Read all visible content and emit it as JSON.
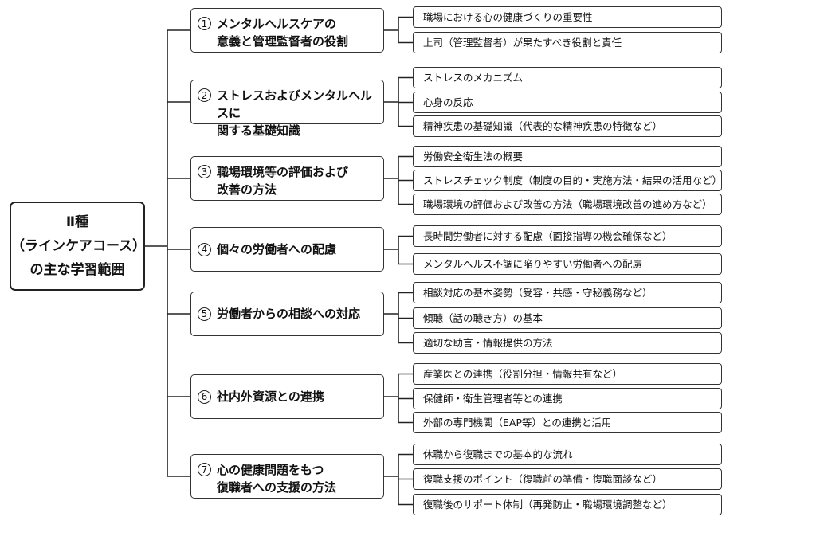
{
  "root": {
    "line1": "Ⅱ種",
    "line2": "（ラインケアコース）",
    "line3": "の主な学習範囲"
  },
  "topics": [
    {
      "num": "1",
      "line1": "メンタルヘルスケアの",
      "line2": "意義と管理監督者の役割",
      "items": [
        "職場における心の健康づくりの重要性",
        "上司（管理監督者）が果たすべき役割と責任"
      ]
    },
    {
      "num": "2",
      "line1": "ストレスおよびメンタルヘルスに",
      "line2": "関する基礎知識",
      "items": [
        "ストレスのメカニズム",
        "心身の反応",
        "精神疾患の基礎知識（代表的な精神疾患の特徴など）"
      ]
    },
    {
      "num": "3",
      "line1": "職場環境等の評価および",
      "line2": "改善の方法",
      "items": [
        "労働安全衛生法の概要",
        "ストレスチェック制度（制度の目的・実施方法・結果の活用など）",
        "職場環境の評価および改善の方法（職場環境改善の進め方など）"
      ]
    },
    {
      "num": "4",
      "line1": "個々の労働者への配慮",
      "line2": "",
      "items": [
        "長時間労働者に対する配慮（面接指導の機会確保など）",
        "メンタルヘルス不調に陥りやすい労働者への配慮"
      ]
    },
    {
      "num": "5",
      "line1": "労働者からの相談への対応",
      "line2": "",
      "items": [
        "相談対応の基本姿勢（受容・共感・守秘義務など）",
        "傾聴（話の聴き方）の基本",
        "適切な助言・情報提供の方法"
      ]
    },
    {
      "num": "6",
      "line1": "社内外資源との連携",
      "line2": "",
      "items": [
        "産業医との連携（役割分担・情報共有など）",
        "保健師・衛生管理者等との連携",
        "外部の専門機関（EAP等）との連携と活用"
      ]
    },
    {
      "num": "7",
      "line1": "心の健康問題をもつ",
      "line2": "復職者への支援の方法",
      "items": [
        "休職から復職までの基本的な流れ",
        "復職支援のポイント（復職前の準備・復職面談など）",
        "復職後のサポート体制（再発防止・職場環境調整など）"
      ]
    }
  ]
}
